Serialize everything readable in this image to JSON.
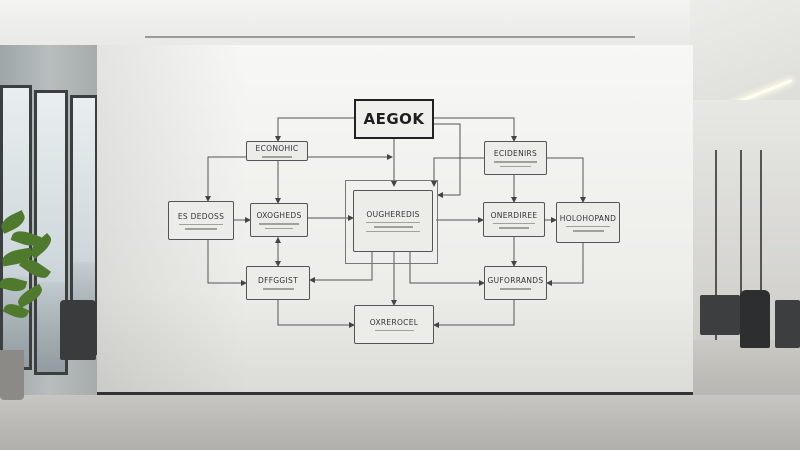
{
  "diagram": {
    "title": "AEGOK",
    "boxes": [
      {
        "id": "top-left",
        "label": "ECONOHIC"
      },
      {
        "id": "mid-left-outer",
        "label": "ES DEDOSS"
      },
      {
        "id": "mid-left-inner",
        "label": "OXOGHEDS"
      },
      {
        "id": "center",
        "label": "OUGHEREDIS"
      },
      {
        "id": "bottom-left",
        "label": "DFFGGIST"
      },
      {
        "id": "bottom-center",
        "label": "OXREROCEL"
      },
      {
        "id": "top-right",
        "label": "ECIDENIRS"
      },
      {
        "id": "mid-right-inner",
        "label": "ONERDIREE"
      },
      {
        "id": "mid-right-outer",
        "label": "HOLOHOPAND"
      },
      {
        "id": "bottom-right",
        "label": "GUFORRANDS"
      }
    ]
  },
  "colors": {
    "wall": "#f2f2ef",
    "box_border": "#555555",
    "arrow": "#444444",
    "plant": "#4f7a2e"
  }
}
